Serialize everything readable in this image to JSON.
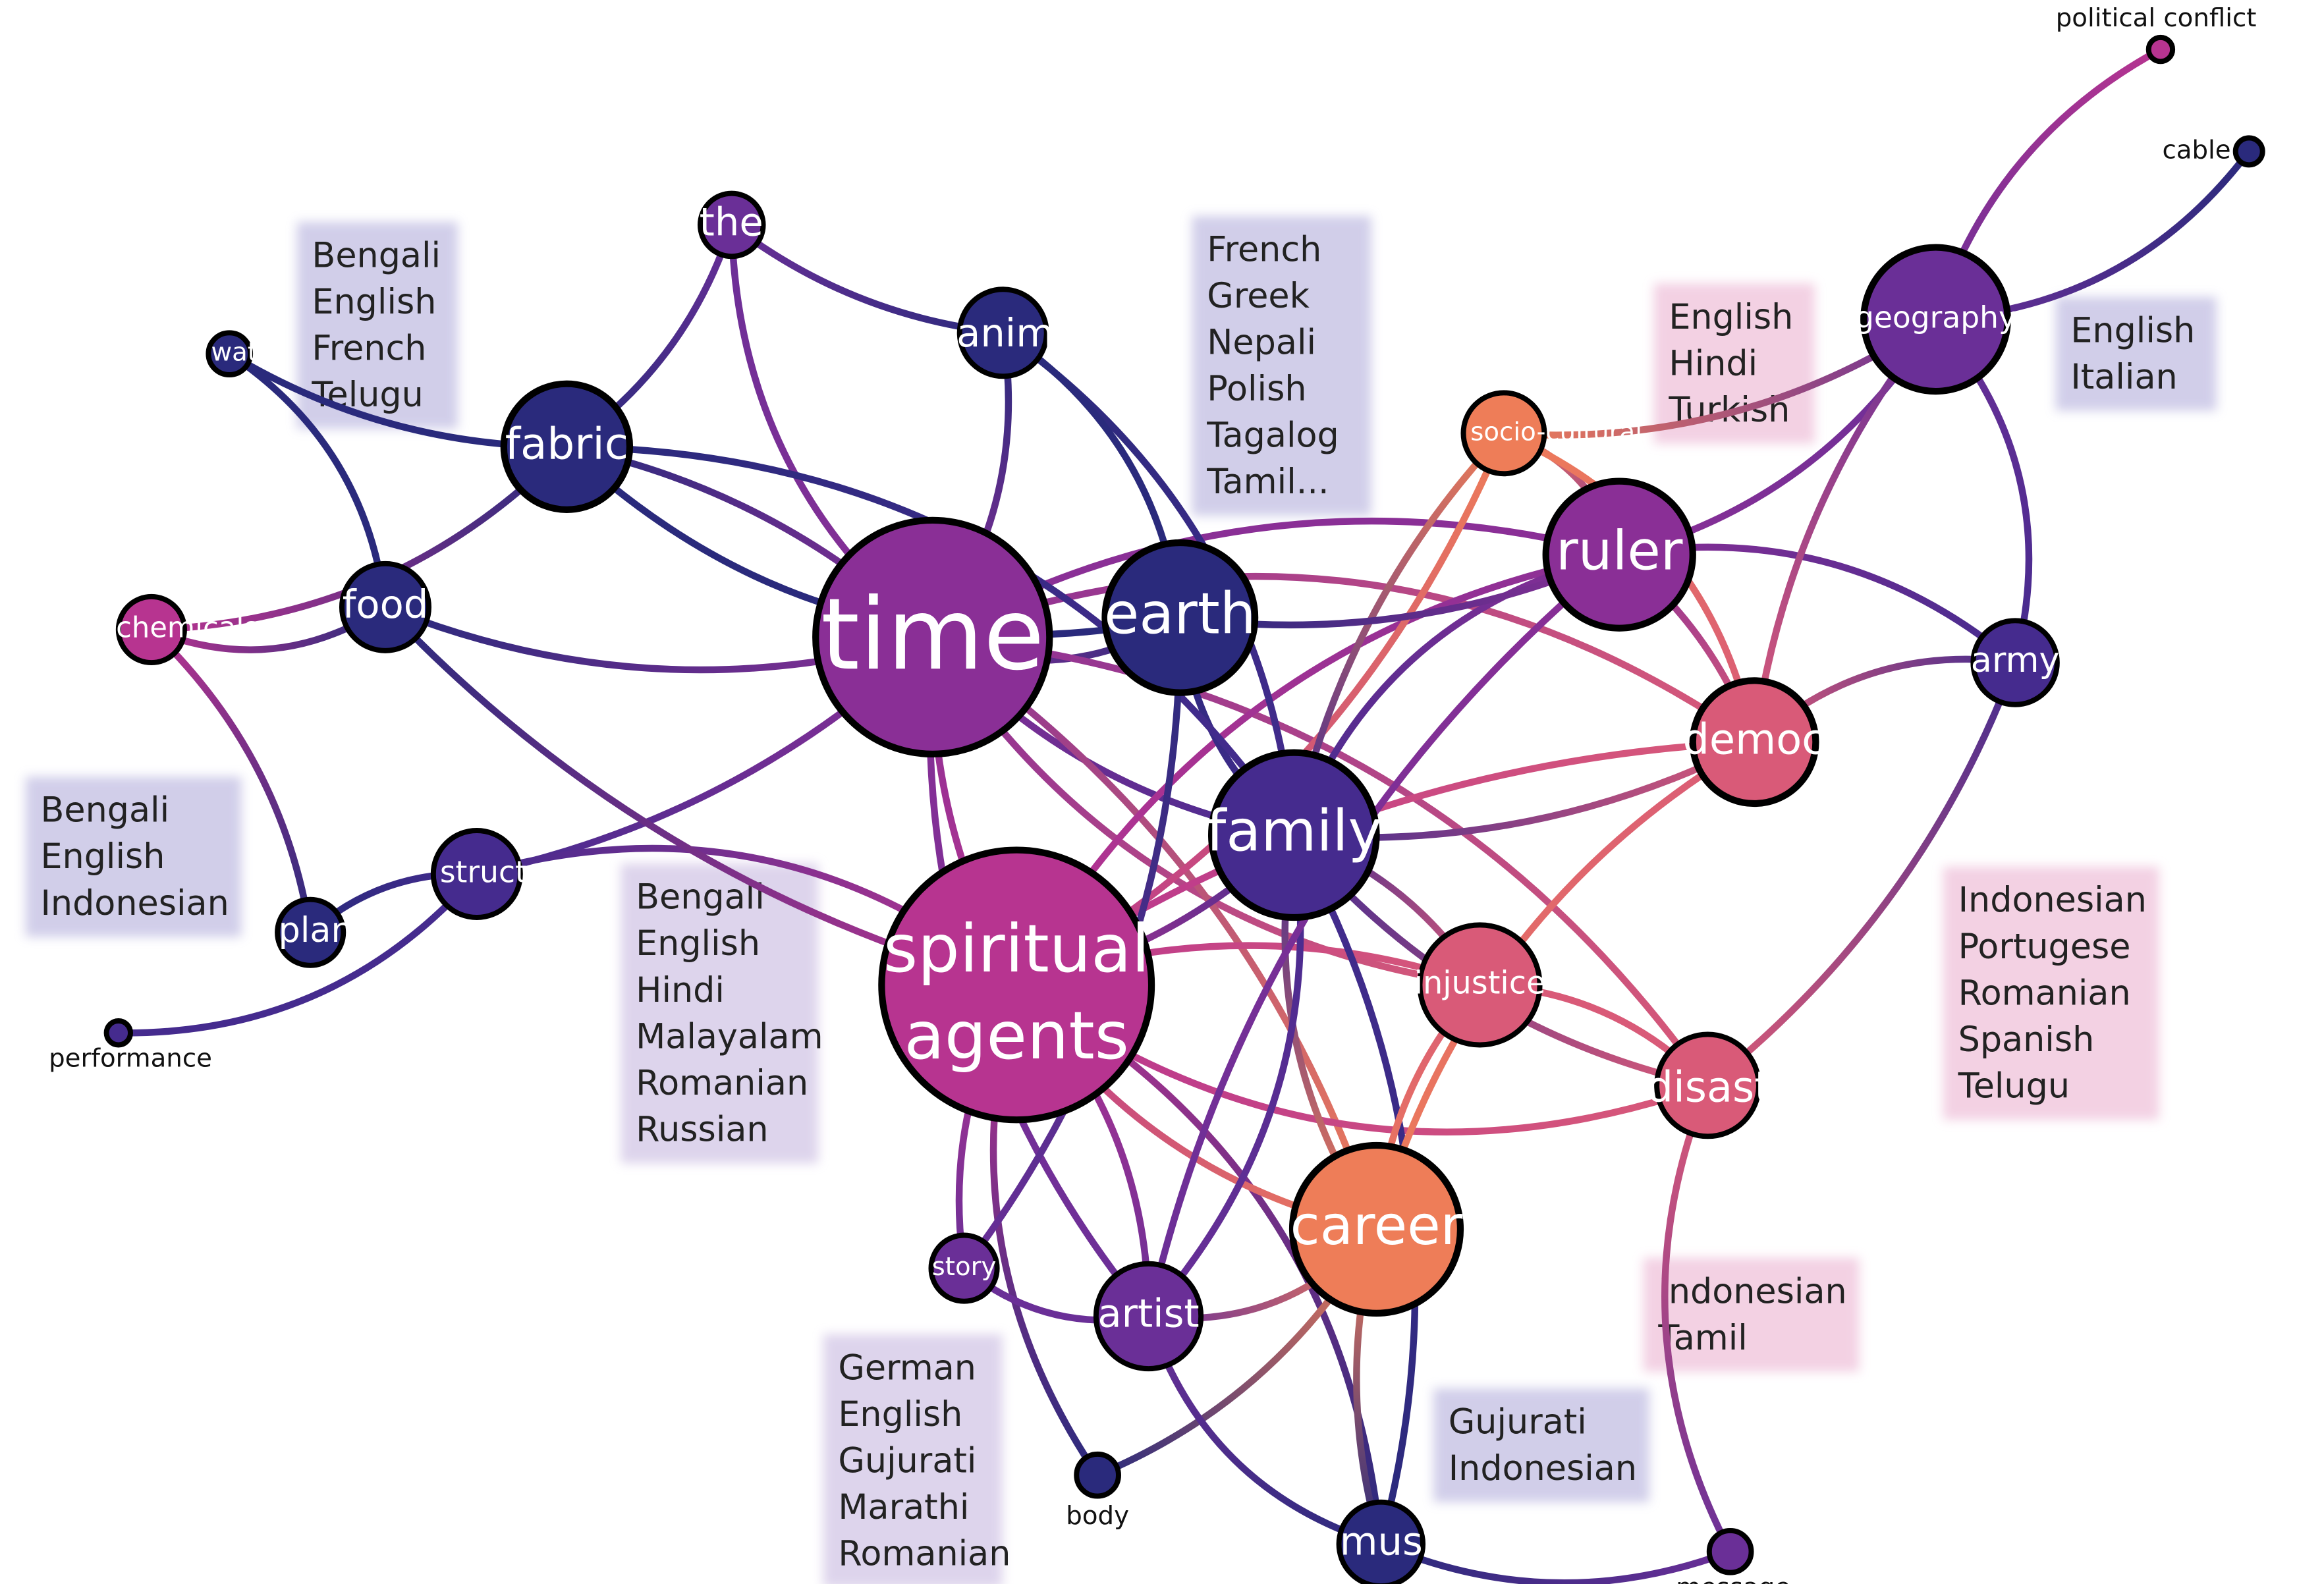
{
  "colors": {
    "navy": "#2a2a7c",
    "indigo": "#452b8e",
    "violet": "#6a2f97",
    "purple": "#8a2f96",
    "magenta": "#b73490",
    "pink": "#d95a78",
    "salmon": "#ee7d58",
    "outline": "#000000",
    "box_blue": "#c9c6e6",
    "box_purple": "#d8cde9",
    "box_pink": "#f1c9df"
  },
  "nodes": [
    {
      "id": "time",
      "label": "time"
    },
    {
      "id": "spiritual_agents",
      "label_lines": [
        "spiritual",
        "agents"
      ]
    },
    {
      "id": "family",
      "label": "family"
    },
    {
      "id": "earth",
      "label": "earth"
    },
    {
      "id": "career",
      "label": "career"
    },
    {
      "id": "ruler",
      "label": "ruler"
    },
    {
      "id": "geography",
      "label": "geography"
    },
    {
      "id": "democracy",
      "label": "democracy"
    },
    {
      "id": "injustice",
      "label": "injustice"
    },
    {
      "id": "disaster",
      "label": "disaster"
    },
    {
      "id": "army",
      "label": "army"
    },
    {
      "id": "fabric",
      "label": "fabric"
    },
    {
      "id": "food",
      "label": "food"
    },
    {
      "id": "animal",
      "label": "animal"
    },
    {
      "id": "therapy",
      "label": "therapy"
    },
    {
      "id": "water",
      "label": "water"
    },
    {
      "id": "chemicals",
      "label": "chemicals"
    },
    {
      "id": "structures",
      "label": "structures"
    },
    {
      "id": "plants",
      "label": "plants"
    },
    {
      "id": "performance",
      "label": "performance"
    },
    {
      "id": "socio_cultural",
      "label": "socio-cultural"
    },
    {
      "id": "artist",
      "label": "artist"
    },
    {
      "id": "story",
      "label": "story"
    },
    {
      "id": "body",
      "label": "body"
    },
    {
      "id": "music",
      "label": "music"
    },
    {
      "id": "message",
      "label": "message"
    },
    {
      "id": "political_conflict",
      "label": "political conflict"
    },
    {
      "id": "cable",
      "label": "cable"
    }
  ],
  "language_boxes": [
    {
      "id": "box-bengali-telugu",
      "lines": [
        "Bengali",
        "English",
        "French",
        "Telugu"
      ]
    },
    {
      "id": "box-french-tamil",
      "lines": [
        "French",
        "Greek",
        "Nepali",
        "Polish",
        "Tagalog",
        "Tamil..."
      ]
    },
    {
      "id": "box-english-turkish",
      "lines": [
        "English",
        "Hindi",
        "Turkish"
      ]
    },
    {
      "id": "box-english-italian",
      "lines": [
        "English",
        "Italian"
      ]
    },
    {
      "id": "box-bengali-indonesian",
      "lines": [
        "Bengali",
        "English",
        "Indonesian"
      ]
    },
    {
      "id": "box-bengali-russian",
      "lines": [
        "Bengali",
        "English",
        "Hindi",
        "Malayalam",
        "Romanian",
        "Russian"
      ]
    },
    {
      "id": "box-indonesian-telugu",
      "lines": [
        "Indonesian",
        "Portugese",
        "Romanian",
        "Spanish",
        "Telugu"
      ]
    },
    {
      "id": "box-indonesian-tamil",
      "lines": [
        "Indonesian",
        "Tamil"
      ]
    },
    {
      "id": "box-gujurati-indonesian",
      "lines": [
        "Gujurati",
        "Indonesian"
      ]
    },
    {
      "id": "box-german-romanian",
      "lines": [
        "German",
        "English",
        "Gujurati",
        "Marathi",
        "Romanian"
      ]
    }
  ],
  "edges": [
    [
      "time",
      "fabric"
    ],
    [
      "time",
      "food"
    ],
    [
      "time",
      "animal"
    ],
    [
      "time",
      "therapy"
    ],
    [
      "time",
      "earth"
    ],
    [
      "time",
      "structures"
    ],
    [
      "time",
      "family"
    ],
    [
      "time",
      "ruler"
    ],
    [
      "time",
      "injustice"
    ],
    [
      "time",
      "democracy"
    ],
    [
      "time",
      "spiritual_agents"
    ],
    [
      "time",
      "career"
    ],
    [
      "time",
      "artist"
    ],
    [
      "time",
      "disaster"
    ],
    [
      "spiritual_agents",
      "structures"
    ],
    [
      "spiritual_agents",
      "food"
    ],
    [
      "spiritual_agents",
      "story"
    ],
    [
      "spiritual_agents",
      "artist"
    ],
    [
      "spiritual_agents",
      "body"
    ],
    [
      "spiritual_agents",
      "music"
    ],
    [
      "spiritual_agents",
      "family"
    ],
    [
      "spiritual_agents",
      "injustice"
    ],
    [
      "spiritual_agents",
      "career"
    ],
    [
      "spiritual_agents",
      "ruler"
    ],
    [
      "spiritual_agents",
      "disaster"
    ],
    [
      "spiritual_agents",
      "democracy"
    ],
    [
      "spiritual_agents",
      "socio_cultural"
    ],
    [
      "family",
      "earth"
    ],
    [
      "family",
      "animal"
    ],
    [
      "family",
      "ruler"
    ],
    [
      "family",
      "democracy"
    ],
    [
      "family",
      "injustice"
    ],
    [
      "family",
      "career"
    ],
    [
      "family",
      "artist"
    ],
    [
      "family",
      "fabric"
    ],
    [
      "family",
      "socio_cultural"
    ],
    [
      "family",
      "disaster"
    ],
    [
      "family",
      "music"
    ],
    [
      "earth",
      "animal"
    ],
    [
      "earth",
      "fabric"
    ],
    [
      "earth",
      "ruler"
    ],
    [
      "earth",
      "story"
    ],
    [
      "ruler",
      "geography"
    ],
    [
      "ruler",
      "army"
    ],
    [
      "ruler",
      "socio_cultural"
    ],
    [
      "ruler",
      "democracy"
    ],
    [
      "ruler",
      "artist"
    ],
    [
      "geography",
      "political_conflict"
    ],
    [
      "geography",
      "cable"
    ],
    [
      "geography",
      "army"
    ],
    [
      "geography",
      "democracy"
    ],
    [
      "geography",
      "socio_cultural"
    ],
    [
      "democracy",
      "career"
    ],
    [
      "democracy",
      "army"
    ],
    [
      "democracy",
      "socio_cultural"
    ],
    [
      "army",
      "disaster"
    ],
    [
      "injustice",
      "career"
    ],
    [
      "injustice",
      "disaster"
    ],
    [
      "disaster",
      "message"
    ],
    [
      "career",
      "artist"
    ],
    [
      "career",
      "music"
    ],
    [
      "career",
      "body"
    ],
    [
      "music",
      "message"
    ],
    [
      "artist",
      "story"
    ],
    [
      "artist",
      "music"
    ],
    [
      "fabric",
      "water"
    ],
    [
      "fabric",
      "therapy"
    ],
    [
      "fabric",
      "chemicals"
    ],
    [
      "food",
      "water"
    ],
    [
      "food",
      "chemicals"
    ],
    [
      "therapy",
      "animal"
    ],
    [
      "chemicals",
      "plants"
    ],
    [
      "structures",
      "plants"
    ],
    [
      "structures",
      "performance"
    ]
  ]
}
